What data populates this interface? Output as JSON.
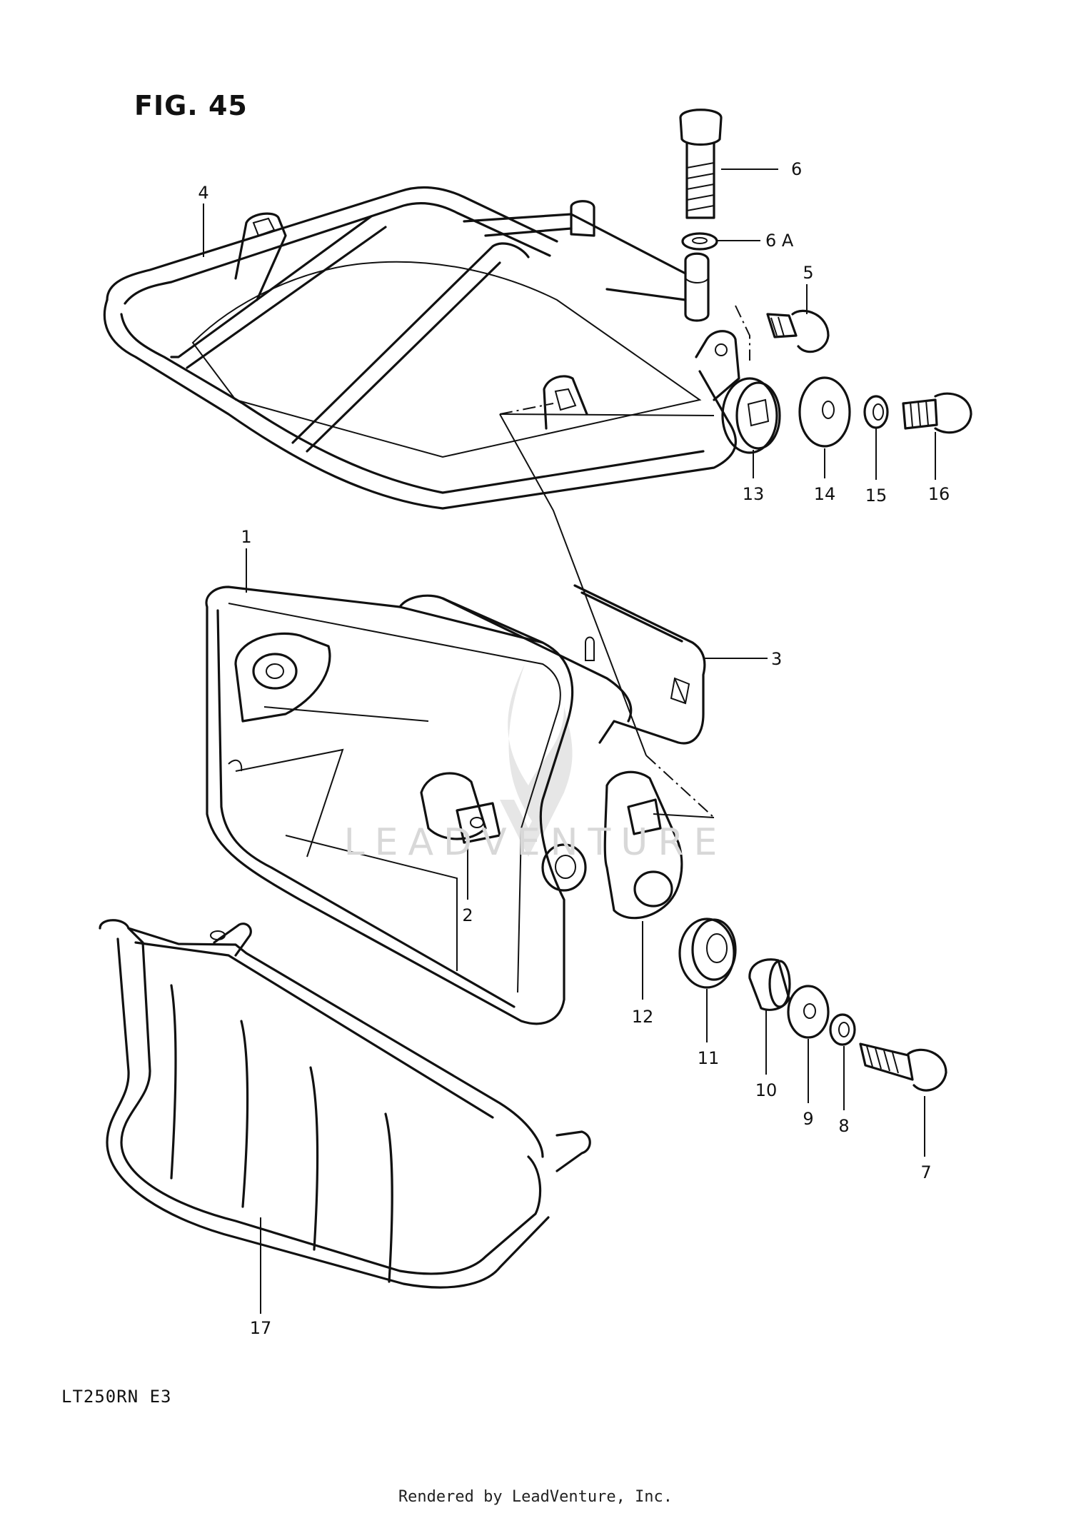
{
  "figure": {
    "title": "FIG. 45"
  },
  "model_code": "LT250RN  E3",
  "credit": "Rendered by LeadVenture, Inc.",
  "watermark": "LEADVENTURE",
  "callouts": {
    "c1": "1",
    "c2": "2",
    "c3": "3",
    "c4": "4",
    "c5": "5",
    "c6": "6",
    "c6a": "6 A",
    "c7": "7",
    "c8": "8",
    "c9": "9",
    "c10": "10",
    "c11": "11",
    "c12": "12",
    "c13": "13",
    "c14": "14",
    "c15": "15",
    "c16": "16",
    "c17": "17"
  }
}
